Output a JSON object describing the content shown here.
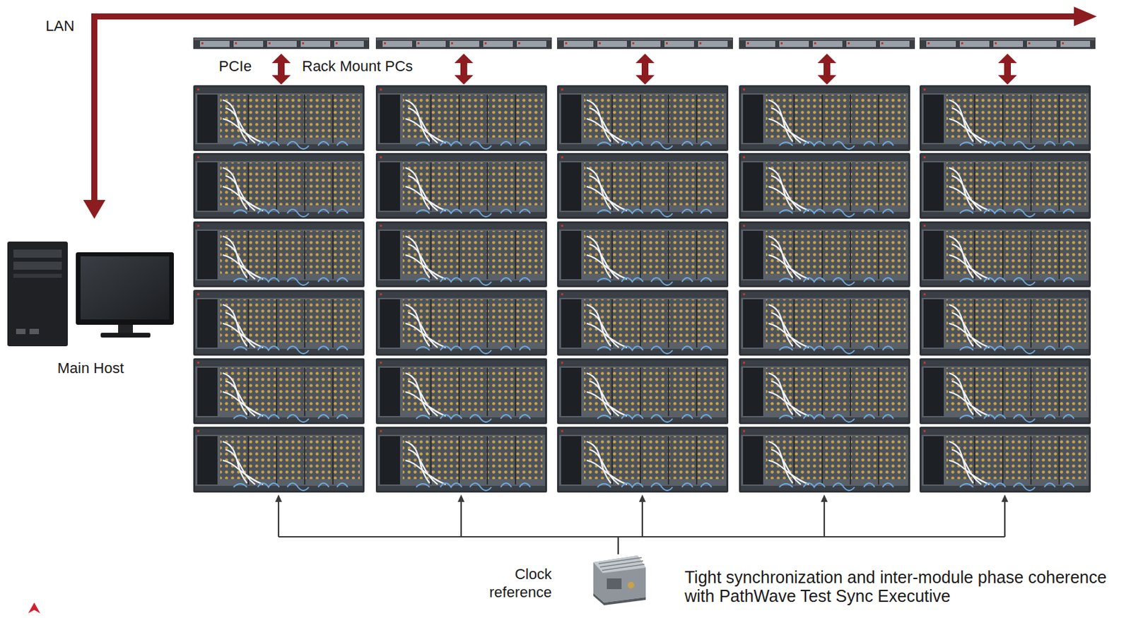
{
  "diagram": {
    "nodes": [
      {
        "text": [
          "Main Host"
        ]
      },
      {
        "text": [
          "Clock reference"
        ]
      }
    ],
    "labels": [
      "LAN",
      "PCIe",
      "Rack Mount PCs",
      "Tight synchronization and inter-module phase coherence with PathWave Test Sync Executive"
    ]
  }
}
